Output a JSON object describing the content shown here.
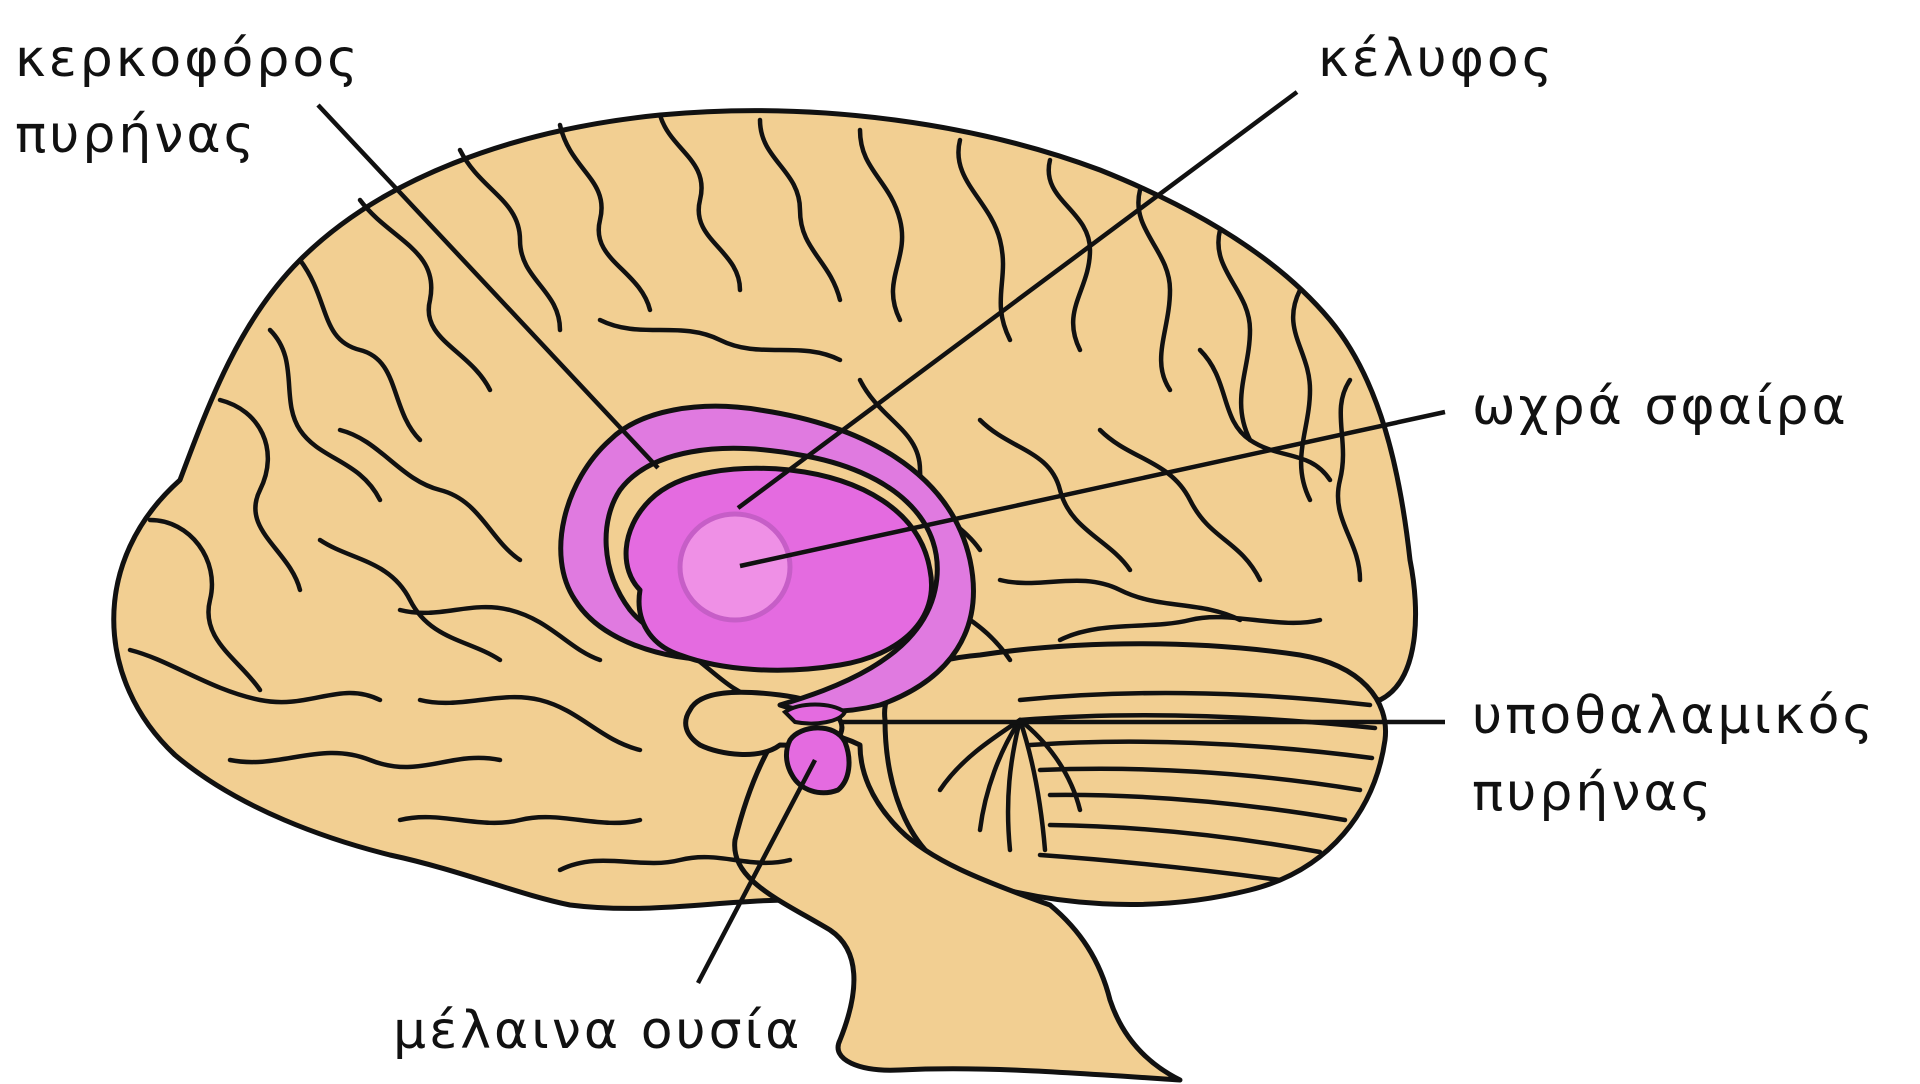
{
  "labels": {
    "caudate_nucleus_line1": "κερκοφόρος",
    "caudate_nucleus_line2": "πυρήνας",
    "putamen": "κέλυφος",
    "globus_pallidus": "ωχρά σφαίρα",
    "subthalamic_nucleus_line1": "υποθαλαμικός",
    "subthalamic_nucleus_line2": "πυρήνας",
    "substantia_nigra": "μέλαινα ουσία"
  },
  "colors": {
    "brain_tissue": "#f2cf92",
    "outline": "#111111",
    "caudate_nucleus": "#e07ae0",
    "putamen": "#e46be0",
    "globus_pallidus": "#ef90e6",
    "globus_pallidus_ring": "#c65ec7",
    "subthalamic_nucleus": "#e46be0",
    "substantia_nigra": "#e46be0"
  }
}
